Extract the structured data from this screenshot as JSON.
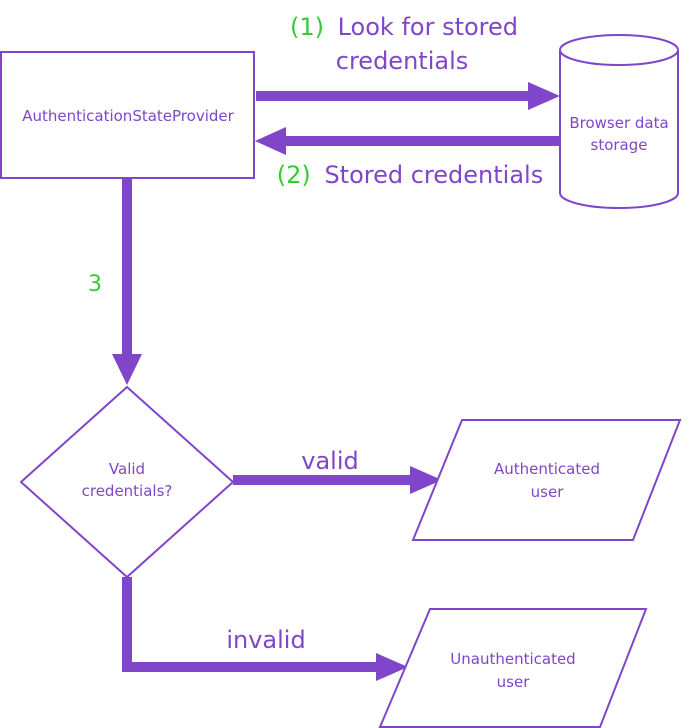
{
  "colors": {
    "primary": "#8046c9",
    "label_text": "#8046c9",
    "step_number": "#33cc33",
    "background": "#ffffff"
  },
  "nodes": {
    "auth_provider": {
      "label": "AuthenticationStateProvider"
    },
    "browser_storage": {
      "label_line1": "Browser data",
      "label_line2": "storage"
    },
    "decision": {
      "label_line1": "Valid",
      "label_line2": "credentials?"
    },
    "authenticated": {
      "label_line1": "Authenticated",
      "label_line2": "user"
    },
    "unauthenticated": {
      "label_line1": "Unauthenticated",
      "label_line2": "user"
    }
  },
  "edges": {
    "step1": {
      "number": "(1)",
      "text_line1": "Look for stored",
      "text_line2": "credentials"
    },
    "step2": {
      "number": "(2)",
      "text": "Stored credentials"
    },
    "step3": {
      "number": "3"
    },
    "valid": {
      "text": "valid"
    },
    "invalid": {
      "text": "invalid"
    }
  }
}
